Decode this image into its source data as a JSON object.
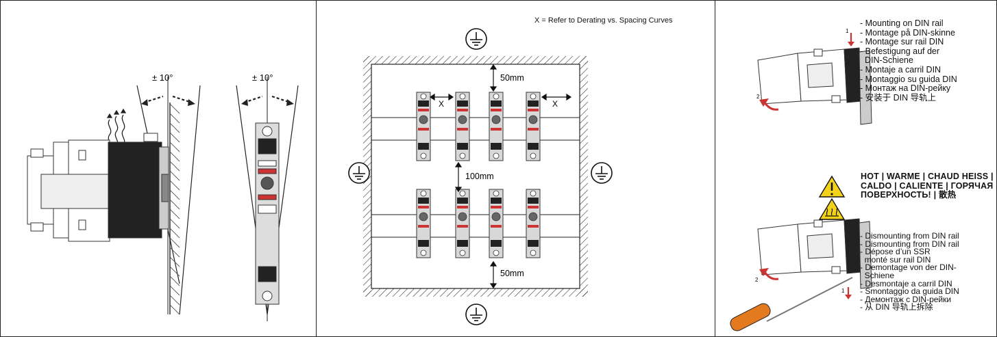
{
  "panel_left": {
    "angle_label_side": "± 10°",
    "angle_label_front": "± 10°"
  },
  "panel_center": {
    "note": "X = Refer to Derating vs. Spacing Curves",
    "spacing_top": "50mm",
    "spacing_middle": "100mm",
    "spacing_bottom": "50mm",
    "spacing_x_left": "X",
    "spacing_x_right": "X"
  },
  "panel_right": {
    "mounting": [
      "- Mounting on DIN rail",
      "- Montage på DIN-skinne",
      "- Montage sur rail DIN",
      "- Befestigung auf der",
      "  DIN-Schiene",
      "- Montaje a carril DIN",
      "- Montaggio su guida DIN",
      "- Монтаж на DIN-рейку",
      "- 安装于 DIN 导轨上"
    ],
    "hot_warning": "HOT | WARME | CHAUD HEISS | CALDO | CALIENTE | ГОРЯЧАЯ ПОВЕРХНОСТЬ! | 散热",
    "dismounting": [
      "- Dismounting from DIN rail",
      "- Dismounting from DIN rail",
      "- Dépose d’un SSR",
      "  monté sur rail DIN",
      "- Demontage von der DIN-",
      "  Schiene",
      "- Desmontaje a carril DIN",
      "- Smontaggio da guida DIN",
      "- Демонтаж с DIN-рейки",
      "- 从 DIN 导轨上拆除"
    ],
    "step_labels": [
      "1",
      "2",
      "1",
      "2"
    ]
  }
}
